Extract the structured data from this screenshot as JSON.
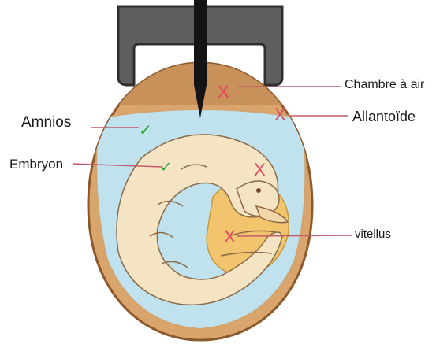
{
  "labels": {
    "amnios": "Amnios",
    "embryon": "Embryon",
    "chambre_a_air": "Chambre à air",
    "allantoide": "Allantoïde",
    "vitellus": "vitellus"
  },
  "marks": {
    "amnios": "✓",
    "embryon": "✓",
    "chambre_a_air": "X",
    "allantoide": "X",
    "embryo_head": "X",
    "vitellus": "X"
  },
  "colors": {
    "shell": "#d9a56c",
    "shell_outline": "#8c5a2a",
    "amniotic_fluid": "#bfe2ee",
    "air_chamber": "#c8915a",
    "embryo": "#f4e4c4",
    "yolk": "#f2c46e",
    "holder": "#5a5a5a",
    "check": "#2aa52a",
    "cross": "#e0475f",
    "leader_line": "#c25b6b"
  }
}
